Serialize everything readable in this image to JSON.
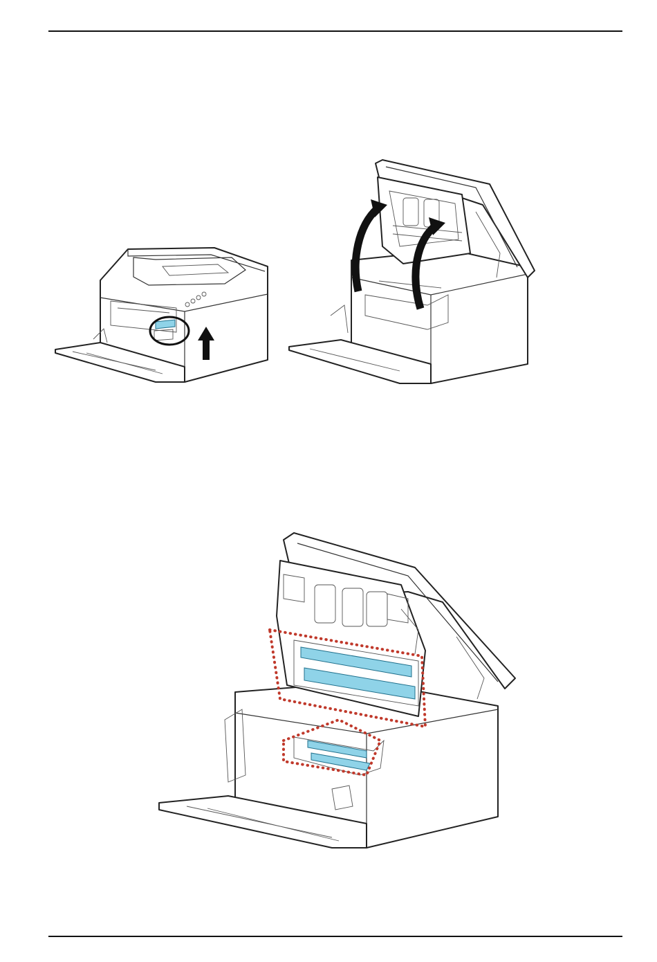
{
  "page": {
    "header_rule": "",
    "footer_rule": ""
  },
  "figures": [
    {
      "id": "scanner-closed",
      "icons": [
        "cover-release-lever-highlight",
        "up-arrow-icon"
      ]
    },
    {
      "id": "scanner-open",
      "icons": [
        "open-direction-arrow-icon",
        "open-direction-arrow-icon"
      ]
    },
    {
      "id": "scanner-open-glass",
      "icons": [
        "scan-glass-highlight-icon",
        "scan-glass-highlight-icon"
      ]
    }
  ],
  "colors": {
    "highlight_cyan": "#8fd3e8",
    "dotted_outline": "#c0392b",
    "line_art": "#222222"
  }
}
